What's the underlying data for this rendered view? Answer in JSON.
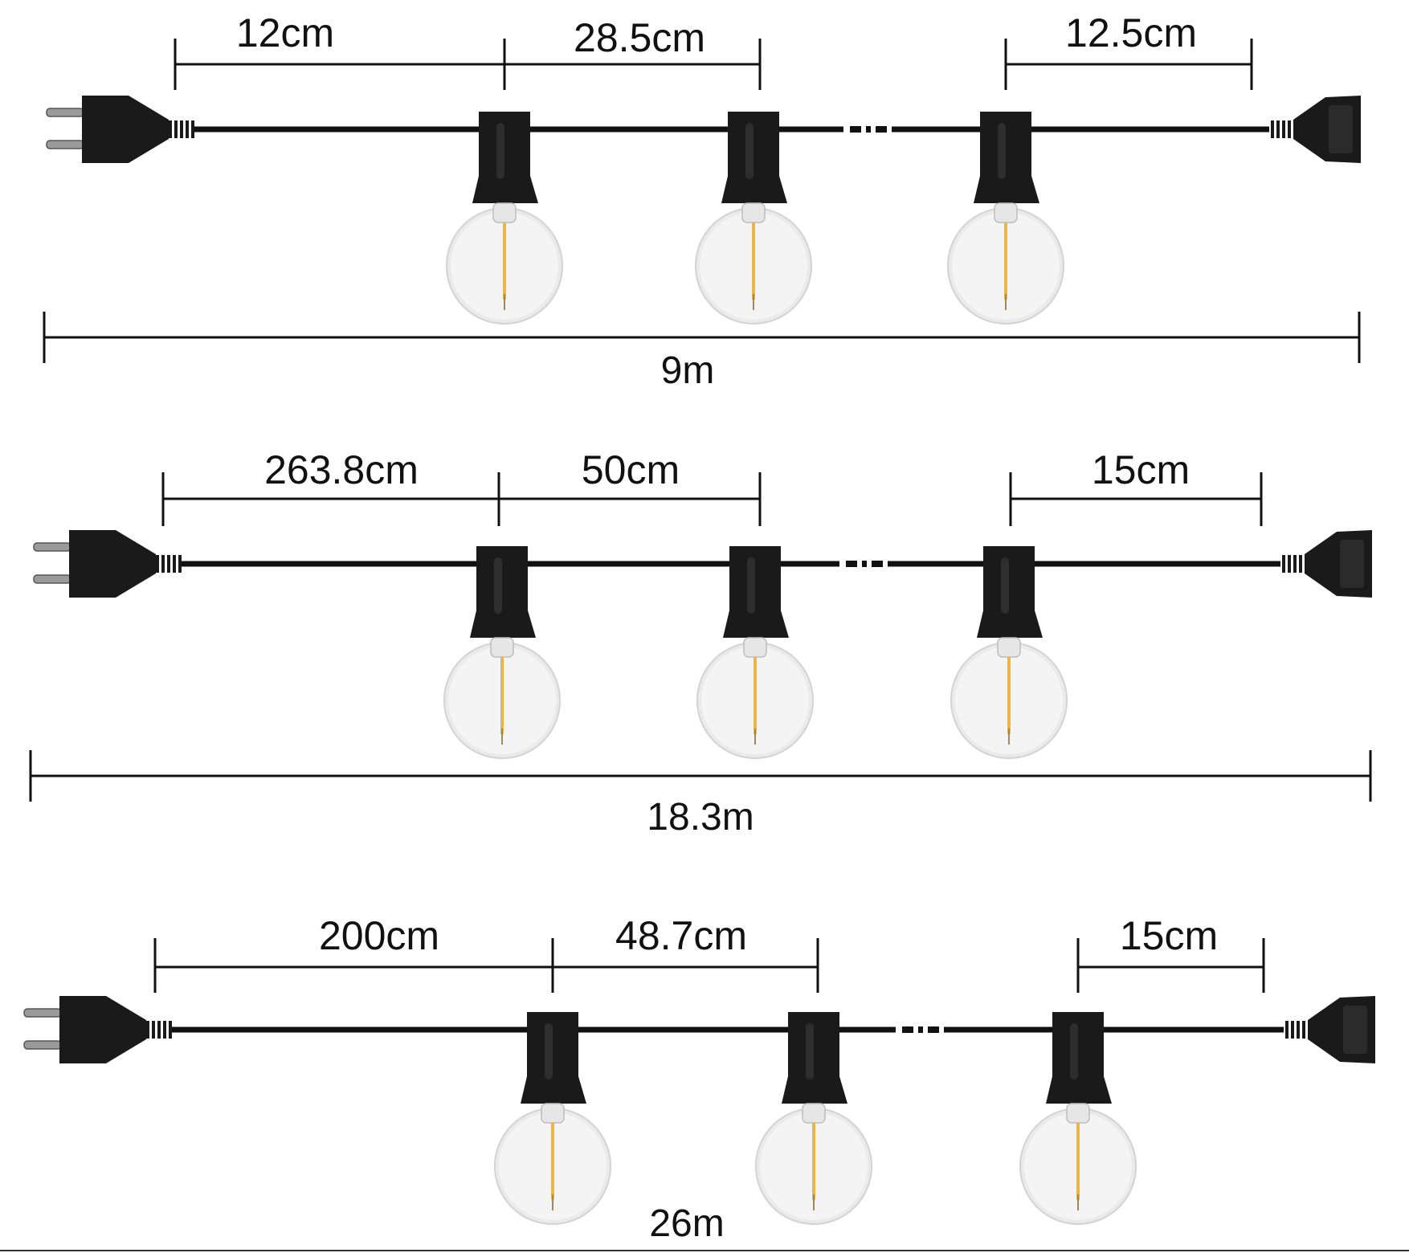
{
  "colors": {
    "cable": "#111111",
    "socket": "#1a1a1a",
    "glass": "#f4f4f4",
    "glass_edge": "#bdbdbd",
    "filament": "#e8b64a"
  },
  "icons": [
    "eu-plug-icon",
    "power-socket-icon",
    "light-bulb-icon"
  ],
  "diagrams": [
    {
      "id": "9m",
      "total_length": "9m",
      "lead_length": "12cm",
      "spacing": "28.5cm",
      "tail_length": "12.5cm"
    },
    {
      "id": "18-3m",
      "total_length": "18.3m",
      "lead_length": "263.8cm",
      "spacing": "50cm",
      "tail_length": "15cm"
    },
    {
      "id": "26m",
      "total_length": "26m",
      "lead_length": "200cm",
      "spacing": "48.7cm",
      "tail_length": "15cm"
    }
  ]
}
